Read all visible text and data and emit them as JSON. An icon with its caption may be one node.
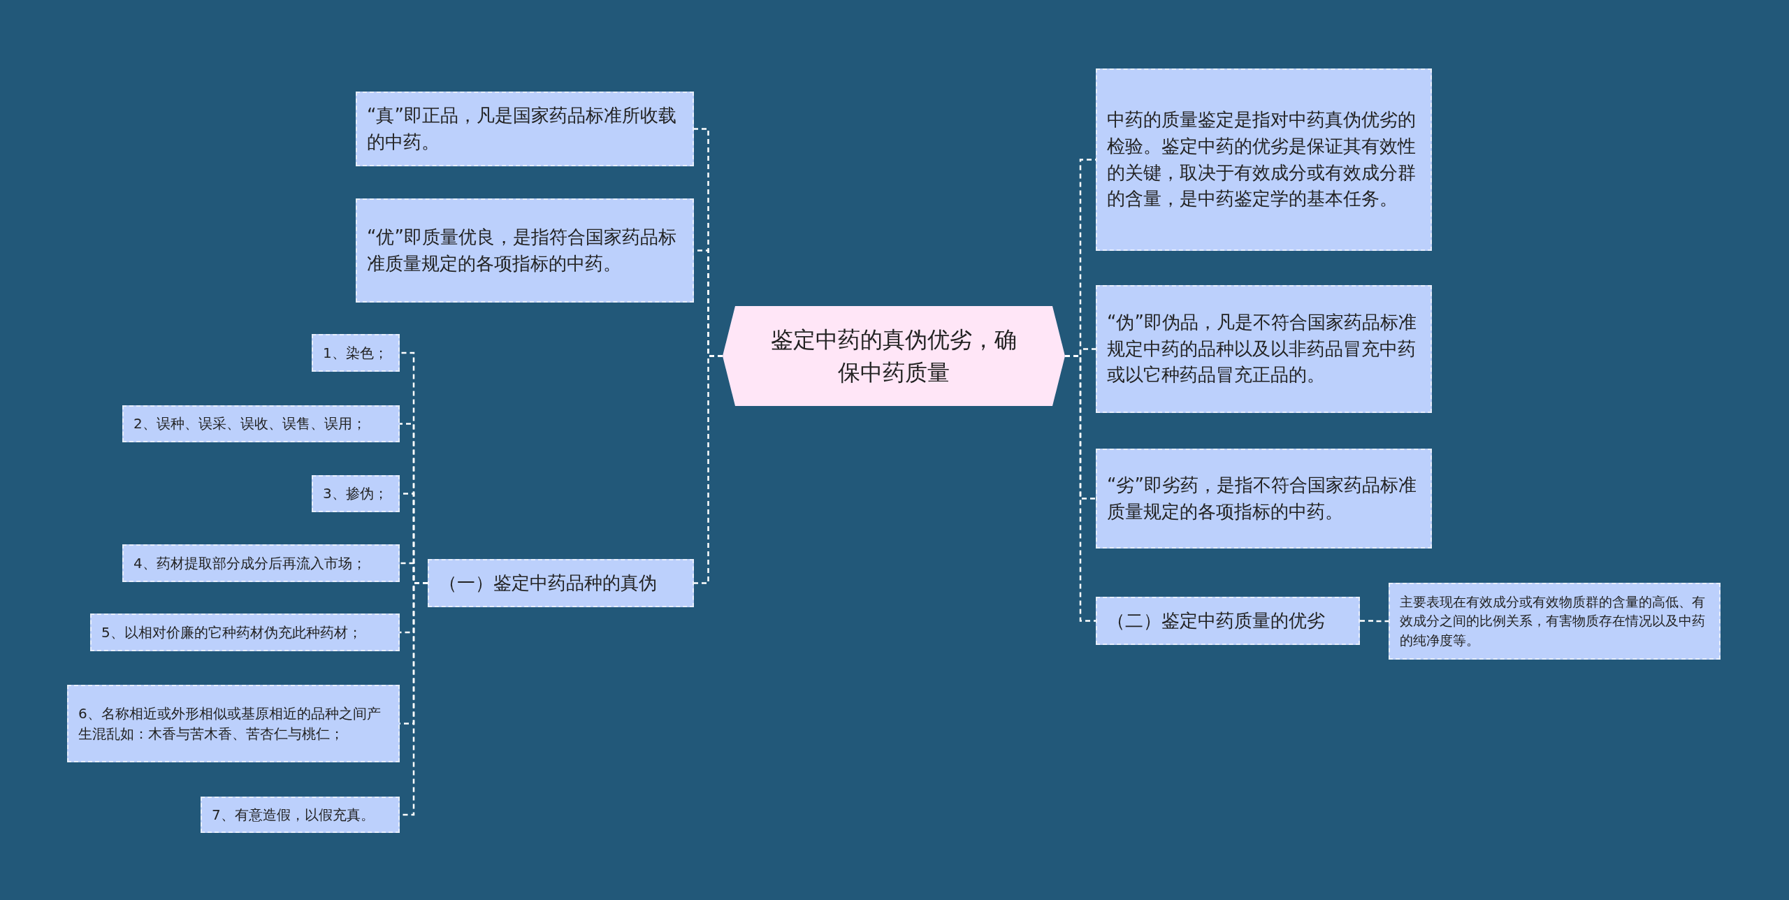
{
  "diagram": {
    "nodes": [
      {
        "text": [
          "鉴定中药的真伪优劣，确保中药质量"
        ]
      },
      {
        "text": [
          "“真”即正品，凡是国家药品标准所收载的中药。"
        ]
      },
      {
        "text": [
          "“优”即质量优良，是指符合国家药品标准质量规定的各项指标的中药。"
        ]
      },
      {
        "text": [
          "（一）鉴定中药品种的真伪"
        ]
      },
      {
        "text": [
          "1、染色；"
        ]
      },
      {
        "text": [
          "2、误种、误采、误收、误售、误用；"
        ]
      },
      {
        "text": [
          "3、掺伪；"
        ]
      },
      {
        "text": [
          "4、药材提取部分成分后再流入市场；"
        ]
      },
      {
        "text": [
          "5、以相对价廉的它种药材伪充此种药材；"
        ]
      },
      {
        "text": [
          "6、名称相近或外形相似或基原相近的品种之间产生混乱如：木香与苦木香、苦杏仁与桃仁；"
        ]
      },
      {
        "text": [
          "7、有意造假，以假充真。"
        ]
      },
      {
        "text": [
          "中药的质量鉴定是指对中药真伪优劣的检验。鉴定中药的优劣是保证其有效性的关键，取决于有效成分或有效成分群的含量，是中药鉴定学的基本任务。"
        ]
      },
      {
        "text": [
          "“伪”即伪品，凡是不符合国家药品标准规定中药的品种以及以非药品冒充中药或以它种药品冒充正品的。"
        ]
      },
      {
        "text": [
          "“劣”即劣药，是指不符合国家药品标准质量规定的各项指标的中药。"
        ]
      },
      {
        "text": [
          "（二）鉴定中药质量的优劣"
        ]
      },
      {
        "text": [
          "主要表现在有效成分或有效物质群的含量的高低、有效成分之间的比例关系，有害物质存在情况以及中药的纯净度等。"
        ]
      }
    ],
    "edges": [
      {
        "from": 0,
        "to": 1,
        "arrow": "none"
      },
      {
        "from": 0,
        "to": 2,
        "arrow": "none"
      },
      {
        "from": 0,
        "to": 3,
        "arrow": "none"
      },
      {
        "from": 3,
        "to": 4,
        "arrow": "none"
      },
      {
        "from": 3,
        "to": 5,
        "arrow": "none"
      },
      {
        "from": 3,
        "to": 6,
        "arrow": "none"
      },
      {
        "from": 3,
        "to": 7,
        "arrow": "none"
      },
      {
        "from": 3,
        "to": 8,
        "arrow": "none"
      },
      {
        "from": 3,
        "to": 9,
        "arrow": "none"
      },
      {
        "from": 3,
        "to": 10,
        "arrow": "none"
      },
      {
        "from": 0,
        "to": 11,
        "arrow": "none"
      },
      {
        "from": 0,
        "to": 12,
        "arrow": "none"
      },
      {
        "from": 0,
        "to": 13,
        "arrow": "none"
      },
      {
        "from": 0,
        "to": 14,
        "arrow": "none"
      },
      {
        "from": 14,
        "to": 15,
        "arrow": "none"
      }
    ]
  }
}
